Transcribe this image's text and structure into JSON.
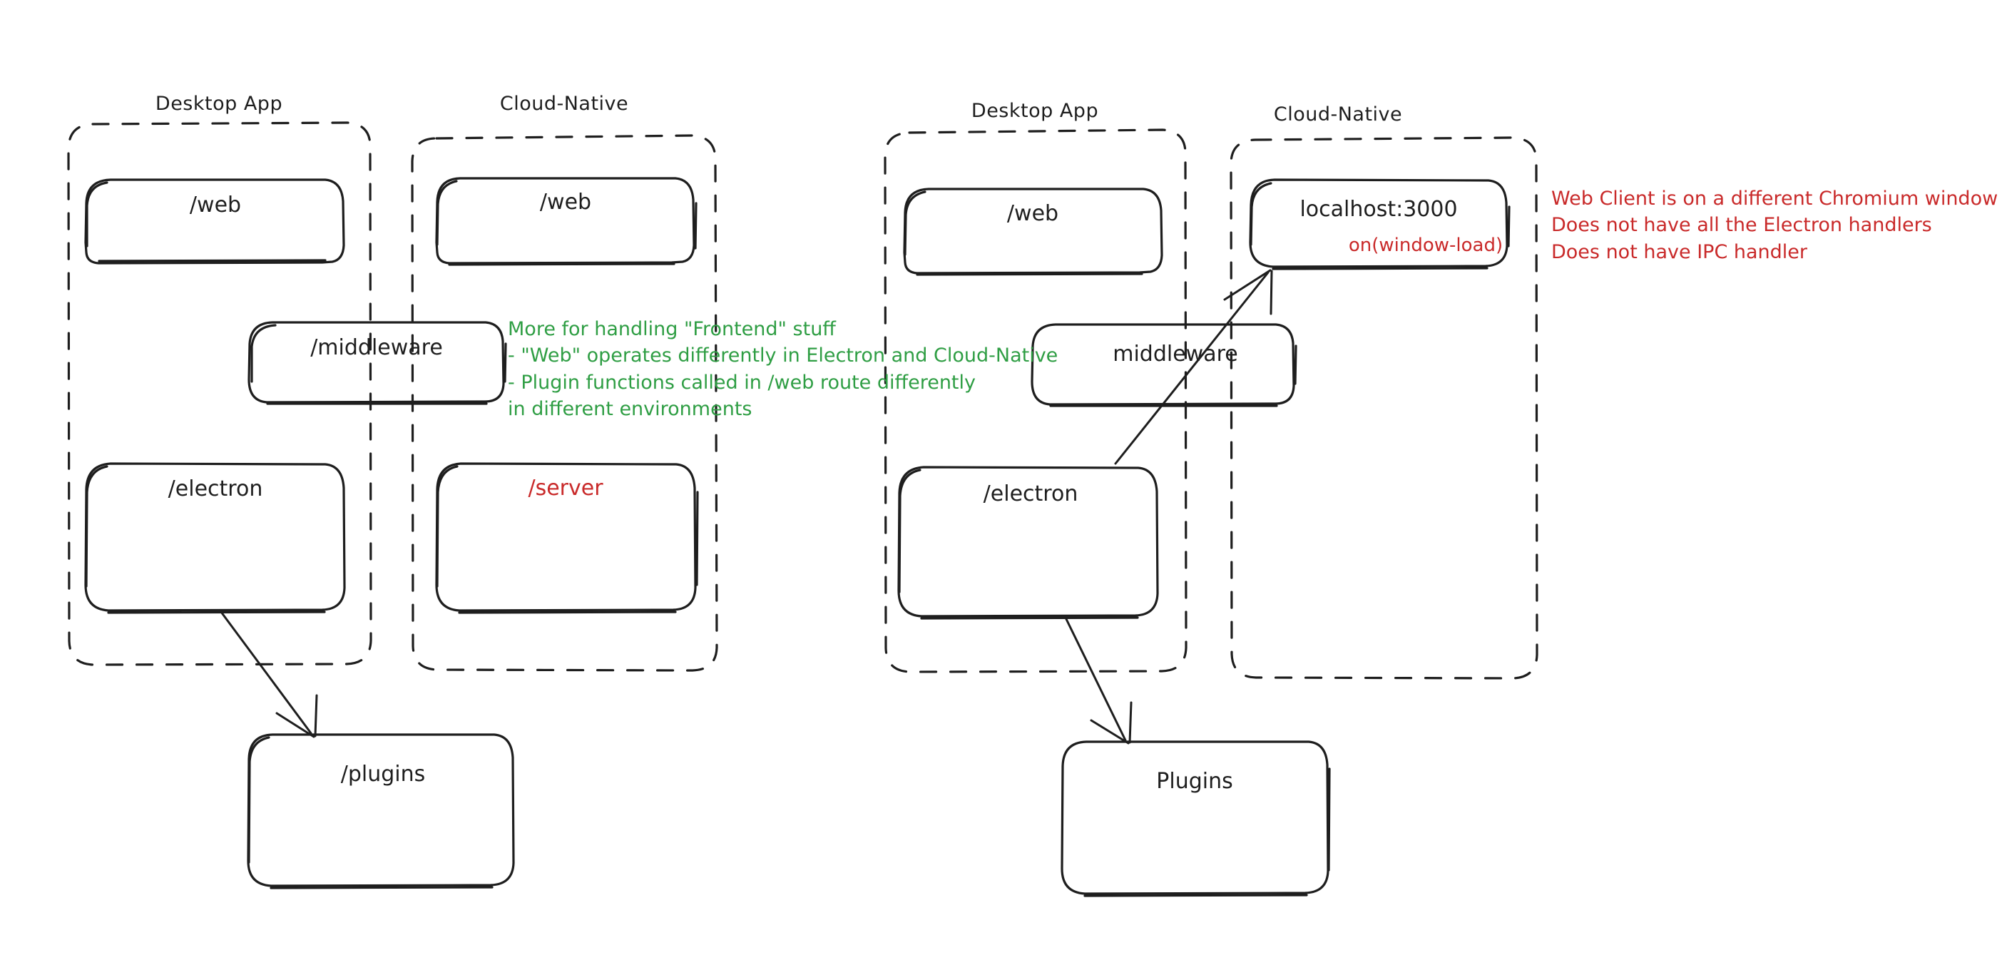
{
  "diagram": {
    "title": "Electron Desktop App vs Cloud-Native architecture comparison",
    "style": "hand-drawn sketch",
    "colors": {
      "stroke": "#1e1e1e",
      "note_green": "#2f9e44",
      "note_red": "#c92a2a",
      "background": "#ffffff"
    }
  },
  "left_diagram": {
    "containers": [
      {
        "id": "left-desktop",
        "label": "Desktop App"
      },
      {
        "id": "left-cloud",
        "label": "Cloud-Native"
      }
    ],
    "nodes": [
      {
        "id": "left-desktop-web",
        "label": "/web",
        "container": "Desktop App",
        "color": "#1e1e1e"
      },
      {
        "id": "left-cloud-web",
        "label": "/web",
        "container": "Cloud-Native",
        "color": "#1e1e1e"
      },
      {
        "id": "left-middleware",
        "label": "/middleware",
        "container": "spans both",
        "color": "#1e1e1e"
      },
      {
        "id": "left-electron",
        "label": "/electron",
        "container": "Desktop App",
        "color": "#1e1e1e"
      },
      {
        "id": "left-server",
        "label": "/server",
        "container": "Cloud-Native",
        "color": "#c92a2a"
      },
      {
        "id": "left-plugins",
        "label": "/plugins",
        "container": "outside",
        "color": "#1e1e1e"
      }
    ],
    "arrows": [
      {
        "from": "/electron",
        "to": "/plugins"
      }
    ],
    "note": {
      "color": "#2f9e44",
      "lines": [
        "More for handling \"Frontend\" stuff",
        "- \"Web\" operates differently in Electron and Cloud-Native",
        "- Plugin functions called in /web route differently",
        "in different environments"
      ]
    }
  },
  "right_diagram": {
    "containers": [
      {
        "id": "right-desktop",
        "label": "Desktop App"
      },
      {
        "id": "right-cloud",
        "label": "Cloud-Native"
      }
    ],
    "nodes": [
      {
        "id": "right-desktop-web",
        "label": "/web",
        "container": "Desktop App",
        "color": "#1e1e1e"
      },
      {
        "id": "right-localhost",
        "label": "localhost:3000",
        "sublabel": "on(window-load)",
        "container": "Cloud-Native",
        "color": "#1e1e1e",
        "sublabel_color": "#c92a2a"
      },
      {
        "id": "right-middleware",
        "label": "middleware",
        "container": "spans both",
        "color": "#1e1e1e"
      },
      {
        "id": "right-electron",
        "label": "/electron",
        "container": "Desktop App",
        "color": "#1e1e1e"
      },
      {
        "id": "right-plugins",
        "label": "Plugins",
        "container": "outside",
        "color": "#1e1e1e"
      }
    ],
    "arrows": [
      {
        "from": "/electron",
        "to": "Plugins"
      },
      {
        "from": "/electron",
        "to": "localhost:3000"
      }
    ],
    "note": {
      "color": "#c92a2a",
      "lines": [
        "Web Client is on a different Chromium window",
        "Does not have all the Electron handlers",
        "Does not have IPC handler"
      ]
    }
  }
}
